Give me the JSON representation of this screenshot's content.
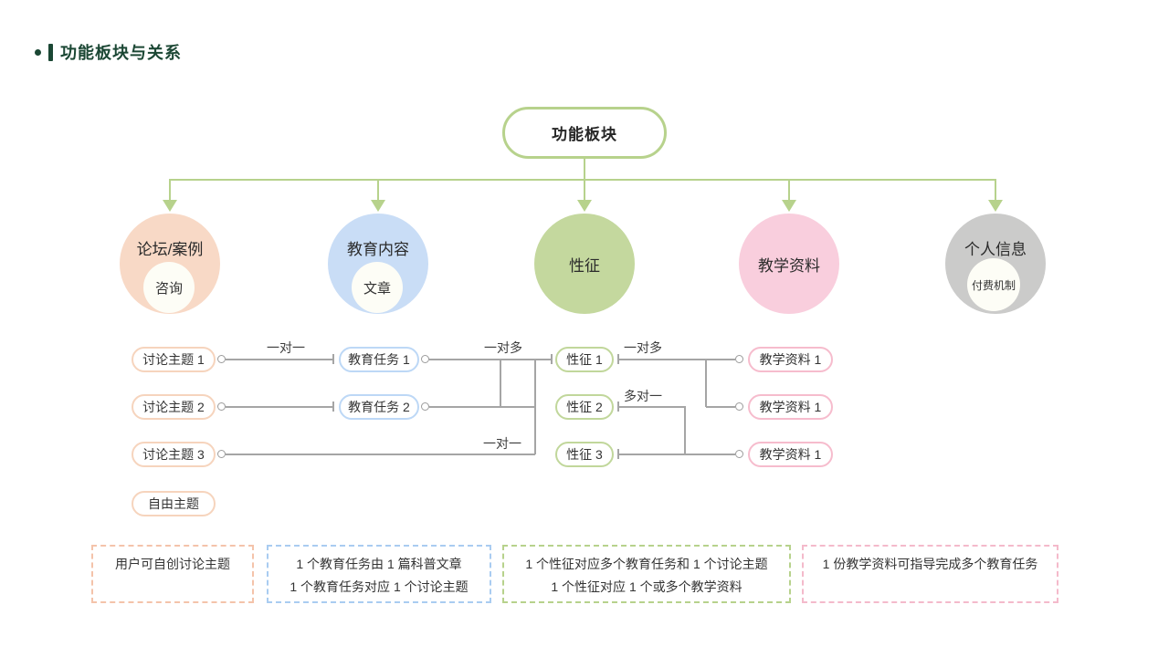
{
  "title": "功能板块与关系",
  "root_node": "功能板块",
  "modules": [
    {
      "label": "论坛/案例",
      "sub": "咨询"
    },
    {
      "label": "教育内容",
      "sub": "文章"
    },
    {
      "label": "性征"
    },
    {
      "label": "教学资料"
    },
    {
      "label": "个人信息",
      "sub": "付费机制"
    }
  ],
  "topics": [
    "讨论主题 1",
    "讨论主题 2",
    "讨论主题 3",
    "自由主题"
  ],
  "tasks": [
    "教育任务 1",
    "教育任务 2"
  ],
  "traits": [
    "性征 1",
    "性征 2",
    "性征 3"
  ],
  "materials": [
    "教学资料 1",
    "教学资料 1",
    "教学资料 1"
  ],
  "relations": {
    "topic1_task1": "一对一",
    "task1_trait1": "一对多",
    "trait1_materials": "一对多",
    "traits_material3": "多对一",
    "trait1_topic3": "一对一"
  },
  "notes": [
    {
      "lines": [
        "用户可自创讨论主题"
      ]
    },
    {
      "lines": [
        "1 个教育任务由 1 篇科普文章",
        "1 个教育任务对应 1 个讨论主题"
      ]
    },
    {
      "lines": [
        "1 个性征对应多个教育任务和 1 个讨论主题",
        "1 个性征对应 1 个或多个教学资料"
      ]
    },
    {
      "lines": [
        "1 份教学资料可指导完成多个教育任务"
      ]
    }
  ],
  "colors": {
    "accent_green": "#b7d28c",
    "title_green": "#1b4734",
    "module_forum": "#f8d9c6",
    "module_education": "#c9ddf6",
    "module_trait": "#c4d89e",
    "module_material": "#f9cedd",
    "module_profile": "#cbcbca",
    "connector_gray": "#a5a5a5"
  }
}
